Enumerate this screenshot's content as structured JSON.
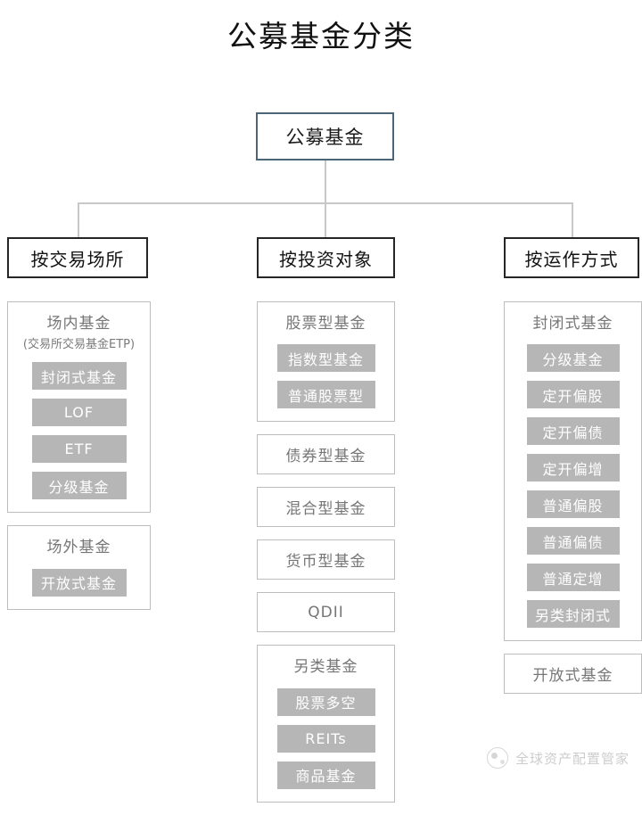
{
  "title": "公募基金分类",
  "root": {
    "label": "公募基金"
  },
  "colors": {
    "root_border": "#4c6678",
    "header_border": "#262626",
    "box_border": "#bdbdbd",
    "pill_background": "#b6b6b6",
    "pill_text": "#ffffff",
    "connector": "#c8c8c8",
    "body_text": "#767676",
    "title_text": "#111111"
  },
  "columns": [
    {
      "header": "按交易场所",
      "groups": [
        {
          "type": "group",
          "title": "场内基金",
          "subtitle": "(交易所交易基金ETP)",
          "items": [
            "封闭式基金",
            "LOF",
            "ETF",
            "分级基金"
          ]
        },
        {
          "type": "group",
          "title": "场外基金",
          "subtitle": "",
          "items": [
            "开放式基金"
          ]
        }
      ]
    },
    {
      "header": "按投资对象",
      "groups": [
        {
          "type": "group",
          "title": "股票型基金",
          "subtitle": "",
          "items": [
            "指数型基金",
            "普通股票型"
          ]
        },
        {
          "type": "leaf",
          "title": "债券型基金"
        },
        {
          "type": "leaf",
          "title": "混合型基金"
        },
        {
          "type": "leaf",
          "title": "货币型基金"
        },
        {
          "type": "leaf",
          "title": "QDII"
        },
        {
          "type": "group",
          "title": "另类基金",
          "subtitle": "",
          "items": [
            "股票多空",
            "REITs",
            "商品基金"
          ]
        }
      ]
    },
    {
      "header": "按运作方式",
      "groups": [
        {
          "type": "group",
          "title": "封闭式基金",
          "subtitle": "",
          "items": [
            "分级基金",
            "定开偏股",
            "定开偏债",
            "定开偏增",
            "普通偏股",
            "普通偏债",
            "普通定增",
            "另类封闭式"
          ]
        },
        {
          "type": "leaf",
          "title": "开放式基金",
          "spaced": true
        }
      ]
    }
  ],
  "watermark": {
    "text": "全球资产配置管家",
    "logo_icon": "circle-logo-icon"
  }
}
